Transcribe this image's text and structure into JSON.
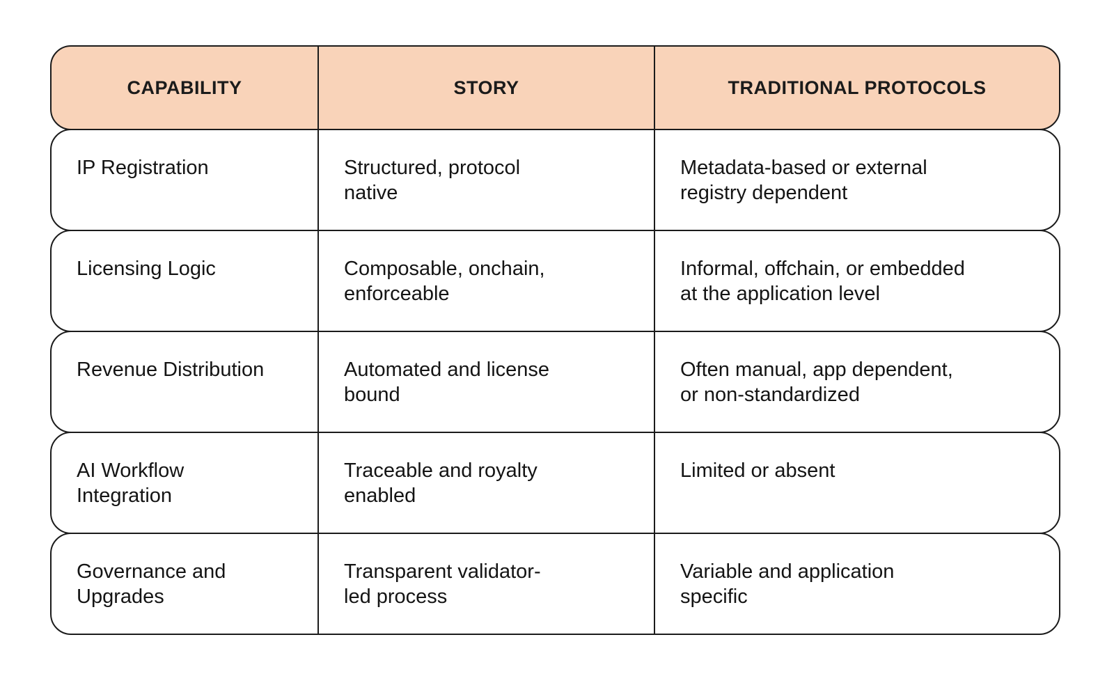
{
  "chart_data": {
    "type": "table",
    "columns": [
      "CAPABILITY",
      "STORY",
      "TRADITIONAL PROTOCOLS"
    ],
    "rows": [
      {
        "capability": "IP Registration",
        "story": "Structured, protocol\nnative",
        "traditional": "Metadata-based or external\nregistry dependent"
      },
      {
        "capability": "Licensing Logic",
        "story": "Composable, onchain,\nenforceable",
        "traditional": "Informal, offchain, or embedded\nat the application level"
      },
      {
        "capability": "Revenue Distribution",
        "story": "Automated and license\nbound",
        "traditional": "Often manual, app dependent,\nor non-standardized"
      },
      {
        "capability": "AI Workflow\nIntegration",
        "story": "Traceable and royalty\nenabled",
        "traditional": "Limited or absent"
      },
      {
        "capability": "Governance and\nUpgrades",
        "story": "Transparent validator-\nled process",
        "traditional": "Variable and application\nspecific"
      }
    ],
    "layout": {
      "grid": "on",
      "header_position": "top",
      "column_alignment": [
        "left",
        "left",
        "left"
      ]
    }
  },
  "colors": {
    "header_bg": "#F9D3B9",
    "border": "#1B1B1B",
    "text": "#141414",
    "page_bg": "#FFFFFF"
  }
}
